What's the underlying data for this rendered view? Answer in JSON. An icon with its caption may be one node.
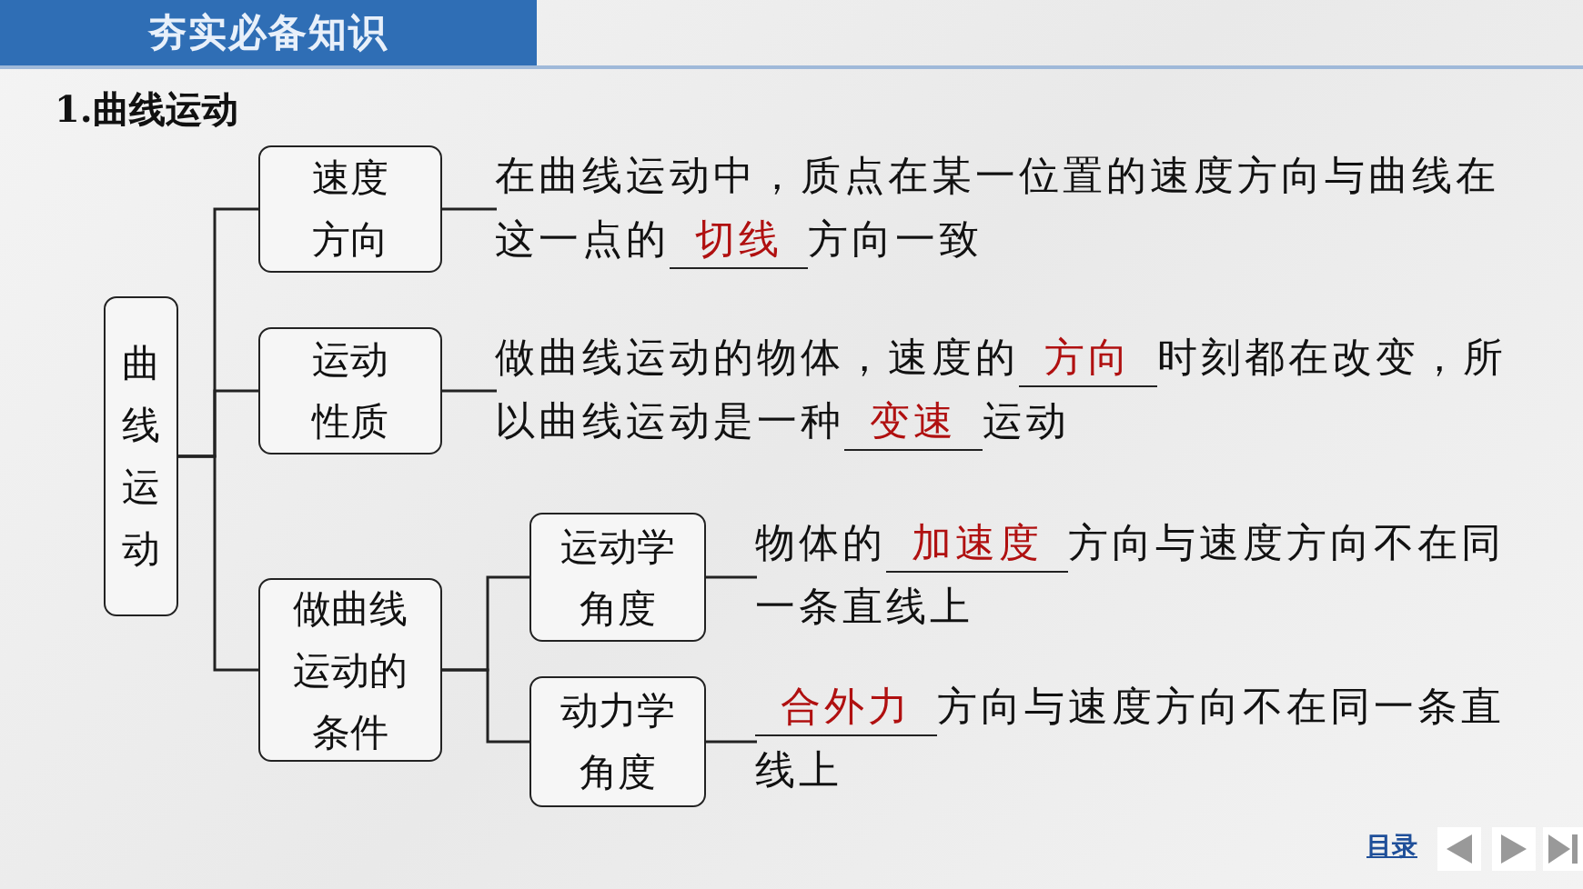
{
  "diagram": {
    "title": "1.曲线运动",
    "nodes": [
      {
        "text": [
          "曲线运动"
        ]
      },
      {
        "text": [
          "速度方向"
        ]
      },
      {
        "text": [
          "在曲线运动中，质点在某一位置的速度方向与曲线在这一点的**切线**方向一致"
        ]
      },
      {
        "text": [
          "运动性质"
        ]
      },
      {
        "text": [
          "做曲线运动的物体，速度的**方向**时刻都在改变，所以曲线运动是一种**变速**运动"
        ]
      },
      {
        "text": [
          "做曲线运动的条件"
        ]
      },
      {
        "text": [
          "运动学角度"
        ]
      },
      {
        "text": [
          "物体的**加速度**方向与速度方向不在同一条直线上"
        ]
      },
      {
        "text": [
          "动力学角度"
        ]
      },
      {
        "text": [
          "**合外力**方向与速度方向不在同一条直线上"
        ]
      }
    ],
    "edges": [
      {
        "from": 0,
        "to": 1,
        "arrow": "none"
      },
      {
        "from": 0,
        "to": 3,
        "arrow": "none"
      },
      {
        "from": 0,
        "to": 5,
        "arrow": "none"
      },
      {
        "from": 1,
        "to": 2,
        "arrow": "none"
      },
      {
        "from": 3,
        "to": 4,
        "arrow": "none"
      },
      {
        "from": 5,
        "to": 6,
        "arrow": "none"
      },
      {
        "from": 5,
        "to": 8,
        "arrow": "none"
      },
      {
        "from": 6,
        "to": 7,
        "arrow": "none"
      },
      {
        "from": 8,
        "to": 9,
        "arrow": "none"
      }
    ],
    "labels": [
      "夯实必备知识",
      "目录"
    ]
  }
}
